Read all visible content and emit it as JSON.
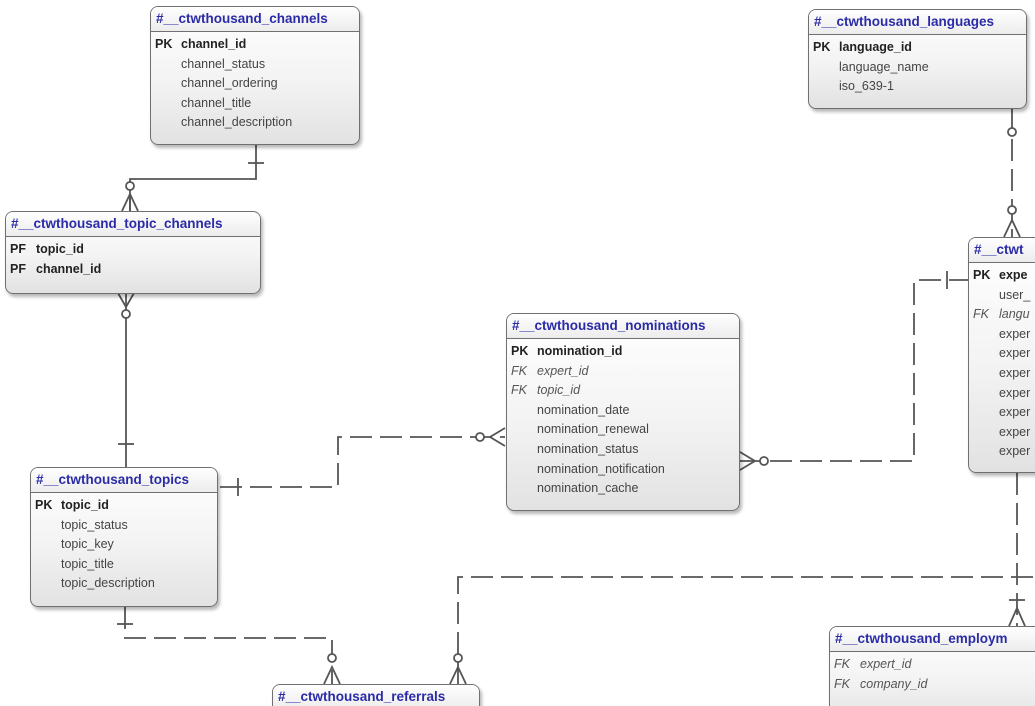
{
  "entities": {
    "channels": {
      "title": "#__ctwthousand_channels",
      "attributes": [
        {
          "key": "PK",
          "name": "channel_id"
        },
        {
          "key": "",
          "name": "channel_status"
        },
        {
          "key": "",
          "name": "channel_ordering"
        },
        {
          "key": "",
          "name": "channel_title"
        },
        {
          "key": "",
          "name": "channel_description"
        }
      ]
    },
    "languages": {
      "title": "#__ctwthousand_languages",
      "attributes": [
        {
          "key": "PK",
          "name": "language_id"
        },
        {
          "key": "",
          "name": "language_name"
        },
        {
          "key": "",
          "name": "iso_639-1"
        }
      ]
    },
    "topic_channels": {
      "title": "#__ctwthousand_topic_channels",
      "attributes": [
        {
          "key": "PF",
          "name": "topic_id"
        },
        {
          "key": "PF",
          "name": "channel_id"
        }
      ]
    },
    "experts": {
      "title": "#__ctwt",
      "attributes": [
        {
          "key": "PK",
          "name": "expe"
        },
        {
          "key": "",
          "name": "user_"
        },
        {
          "key": "FK",
          "name": "langu"
        },
        {
          "key": "",
          "name": "exper"
        },
        {
          "key": "",
          "name": "exper"
        },
        {
          "key": "",
          "name": "exper"
        },
        {
          "key": "",
          "name": "exper"
        },
        {
          "key": "",
          "name": "exper"
        },
        {
          "key": "",
          "name": "exper"
        },
        {
          "key": "",
          "name": "exper"
        }
      ]
    },
    "nominations": {
      "title": "#__ctwthousand_nominations",
      "attributes": [
        {
          "key": "PK",
          "name": "nomination_id"
        },
        {
          "key": "FK",
          "name": "expert_id"
        },
        {
          "key": "FK",
          "name": "topic_id"
        },
        {
          "key": "",
          "name": "nomination_date"
        },
        {
          "key": "",
          "name": "nomination_renewal"
        },
        {
          "key": "",
          "name": "nomination_status"
        },
        {
          "key": "",
          "name": "nomination_notification"
        },
        {
          "key": "",
          "name": "nomination_cache"
        }
      ]
    },
    "topics": {
      "title": "#__ctwthousand_topics",
      "attributes": [
        {
          "key": "PK",
          "name": "topic_id"
        },
        {
          "key": "",
          "name": "topic_status"
        },
        {
          "key": "",
          "name": "topic_key"
        },
        {
          "key": "",
          "name": "topic_title"
        },
        {
          "key": "",
          "name": "topic_description"
        }
      ]
    },
    "referrals": {
      "title": "#__ctwthousand_referrals",
      "attributes": []
    },
    "employments": {
      "title": "#__ctwthousand_employm",
      "attributes": [
        {
          "key": "FK",
          "name": "expert_id"
        },
        {
          "key": "FK",
          "name": "company_id"
        }
      ]
    }
  },
  "colors": {
    "header_text": "#2b2ba8",
    "border": "#707070",
    "line": "#555555"
  }
}
